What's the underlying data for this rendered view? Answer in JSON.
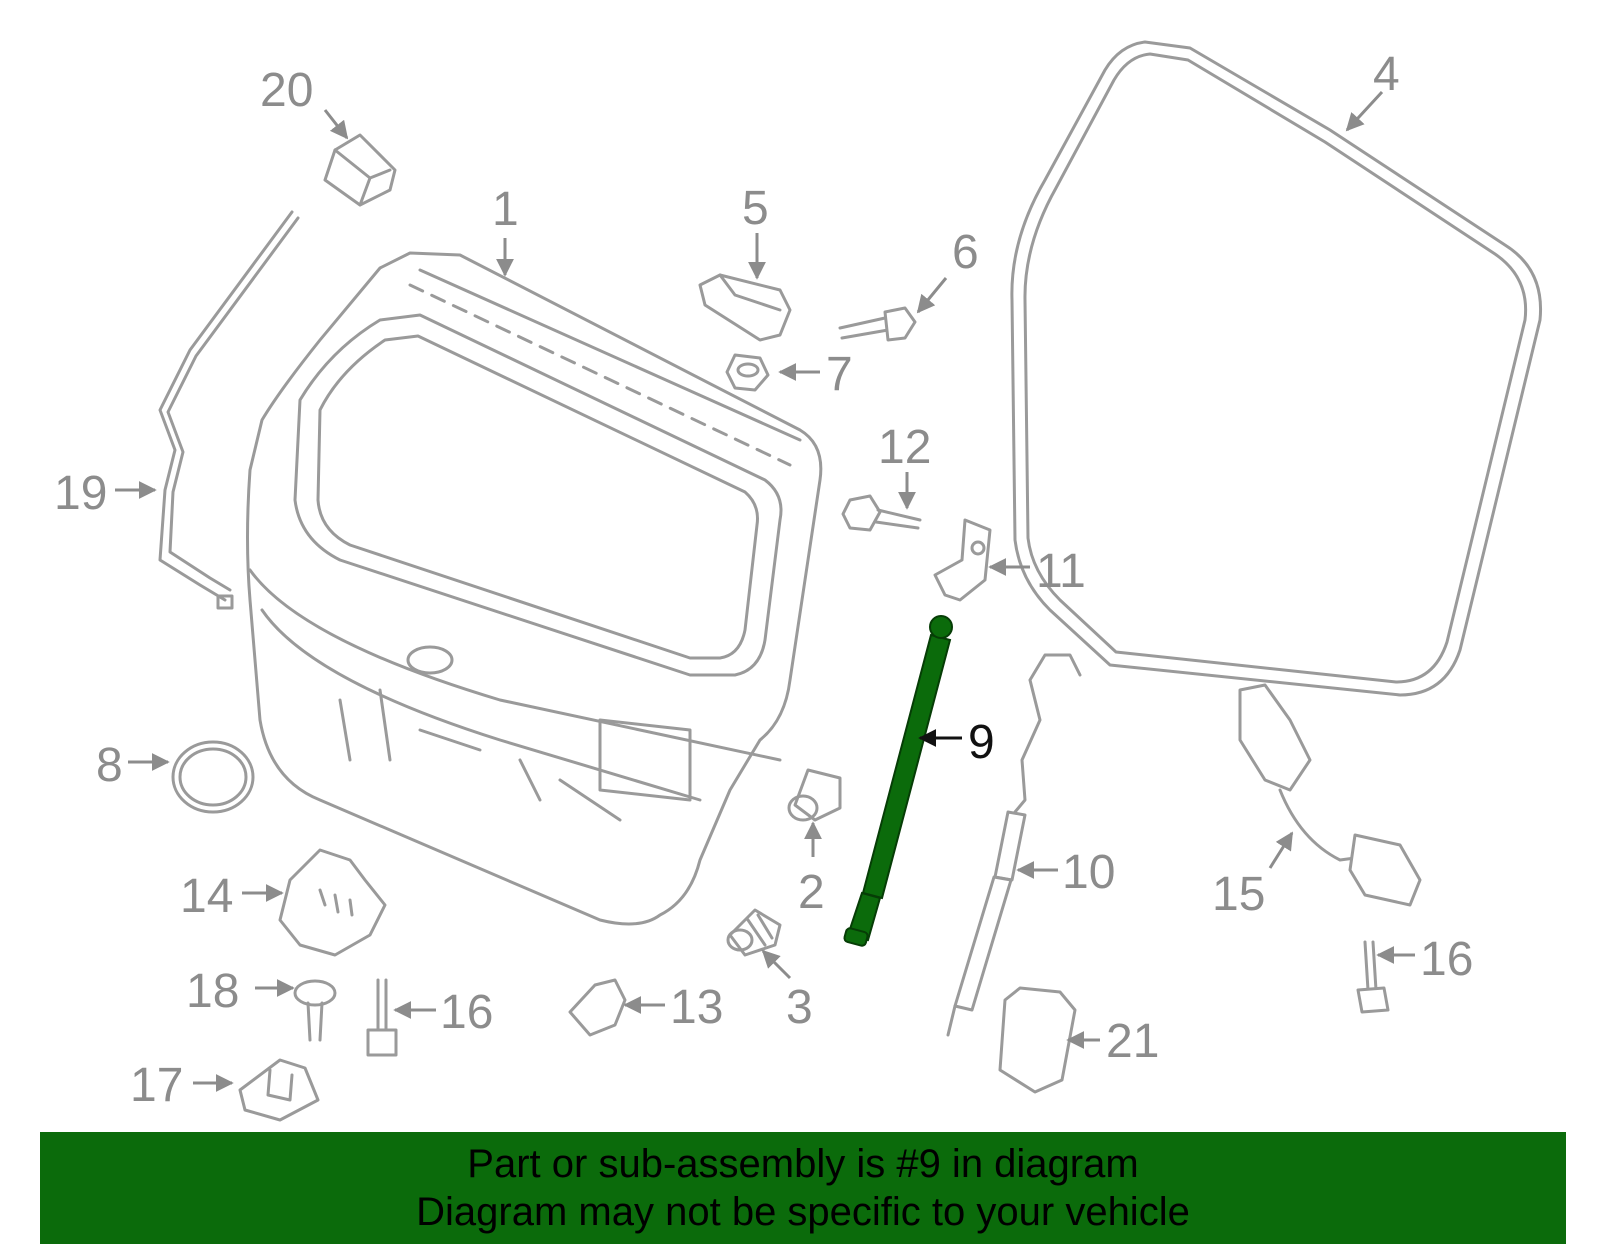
{
  "callouts": {
    "c1": "1",
    "c2": "2",
    "c3": "3",
    "c4": "4",
    "c5": "5",
    "c6": "6",
    "c7": "7",
    "c8": "8",
    "c9": "9",
    "c10": "10",
    "c11": "11",
    "c12": "12",
    "c13": "13",
    "c14": "14",
    "c15": "15",
    "c16a": "16",
    "c16b": "16",
    "c17": "17",
    "c18": "18",
    "c19": "19",
    "c20": "20",
    "c21": "21"
  },
  "highlighted_part": "9",
  "colors": {
    "highlight": "#0b6b0b",
    "linework": "#9a9a9a",
    "banner": "#0b6b0b"
  },
  "banner": {
    "line1": "Part or sub-assembly is #9 in diagram",
    "line2": "Diagram may not be specific to your vehicle"
  }
}
